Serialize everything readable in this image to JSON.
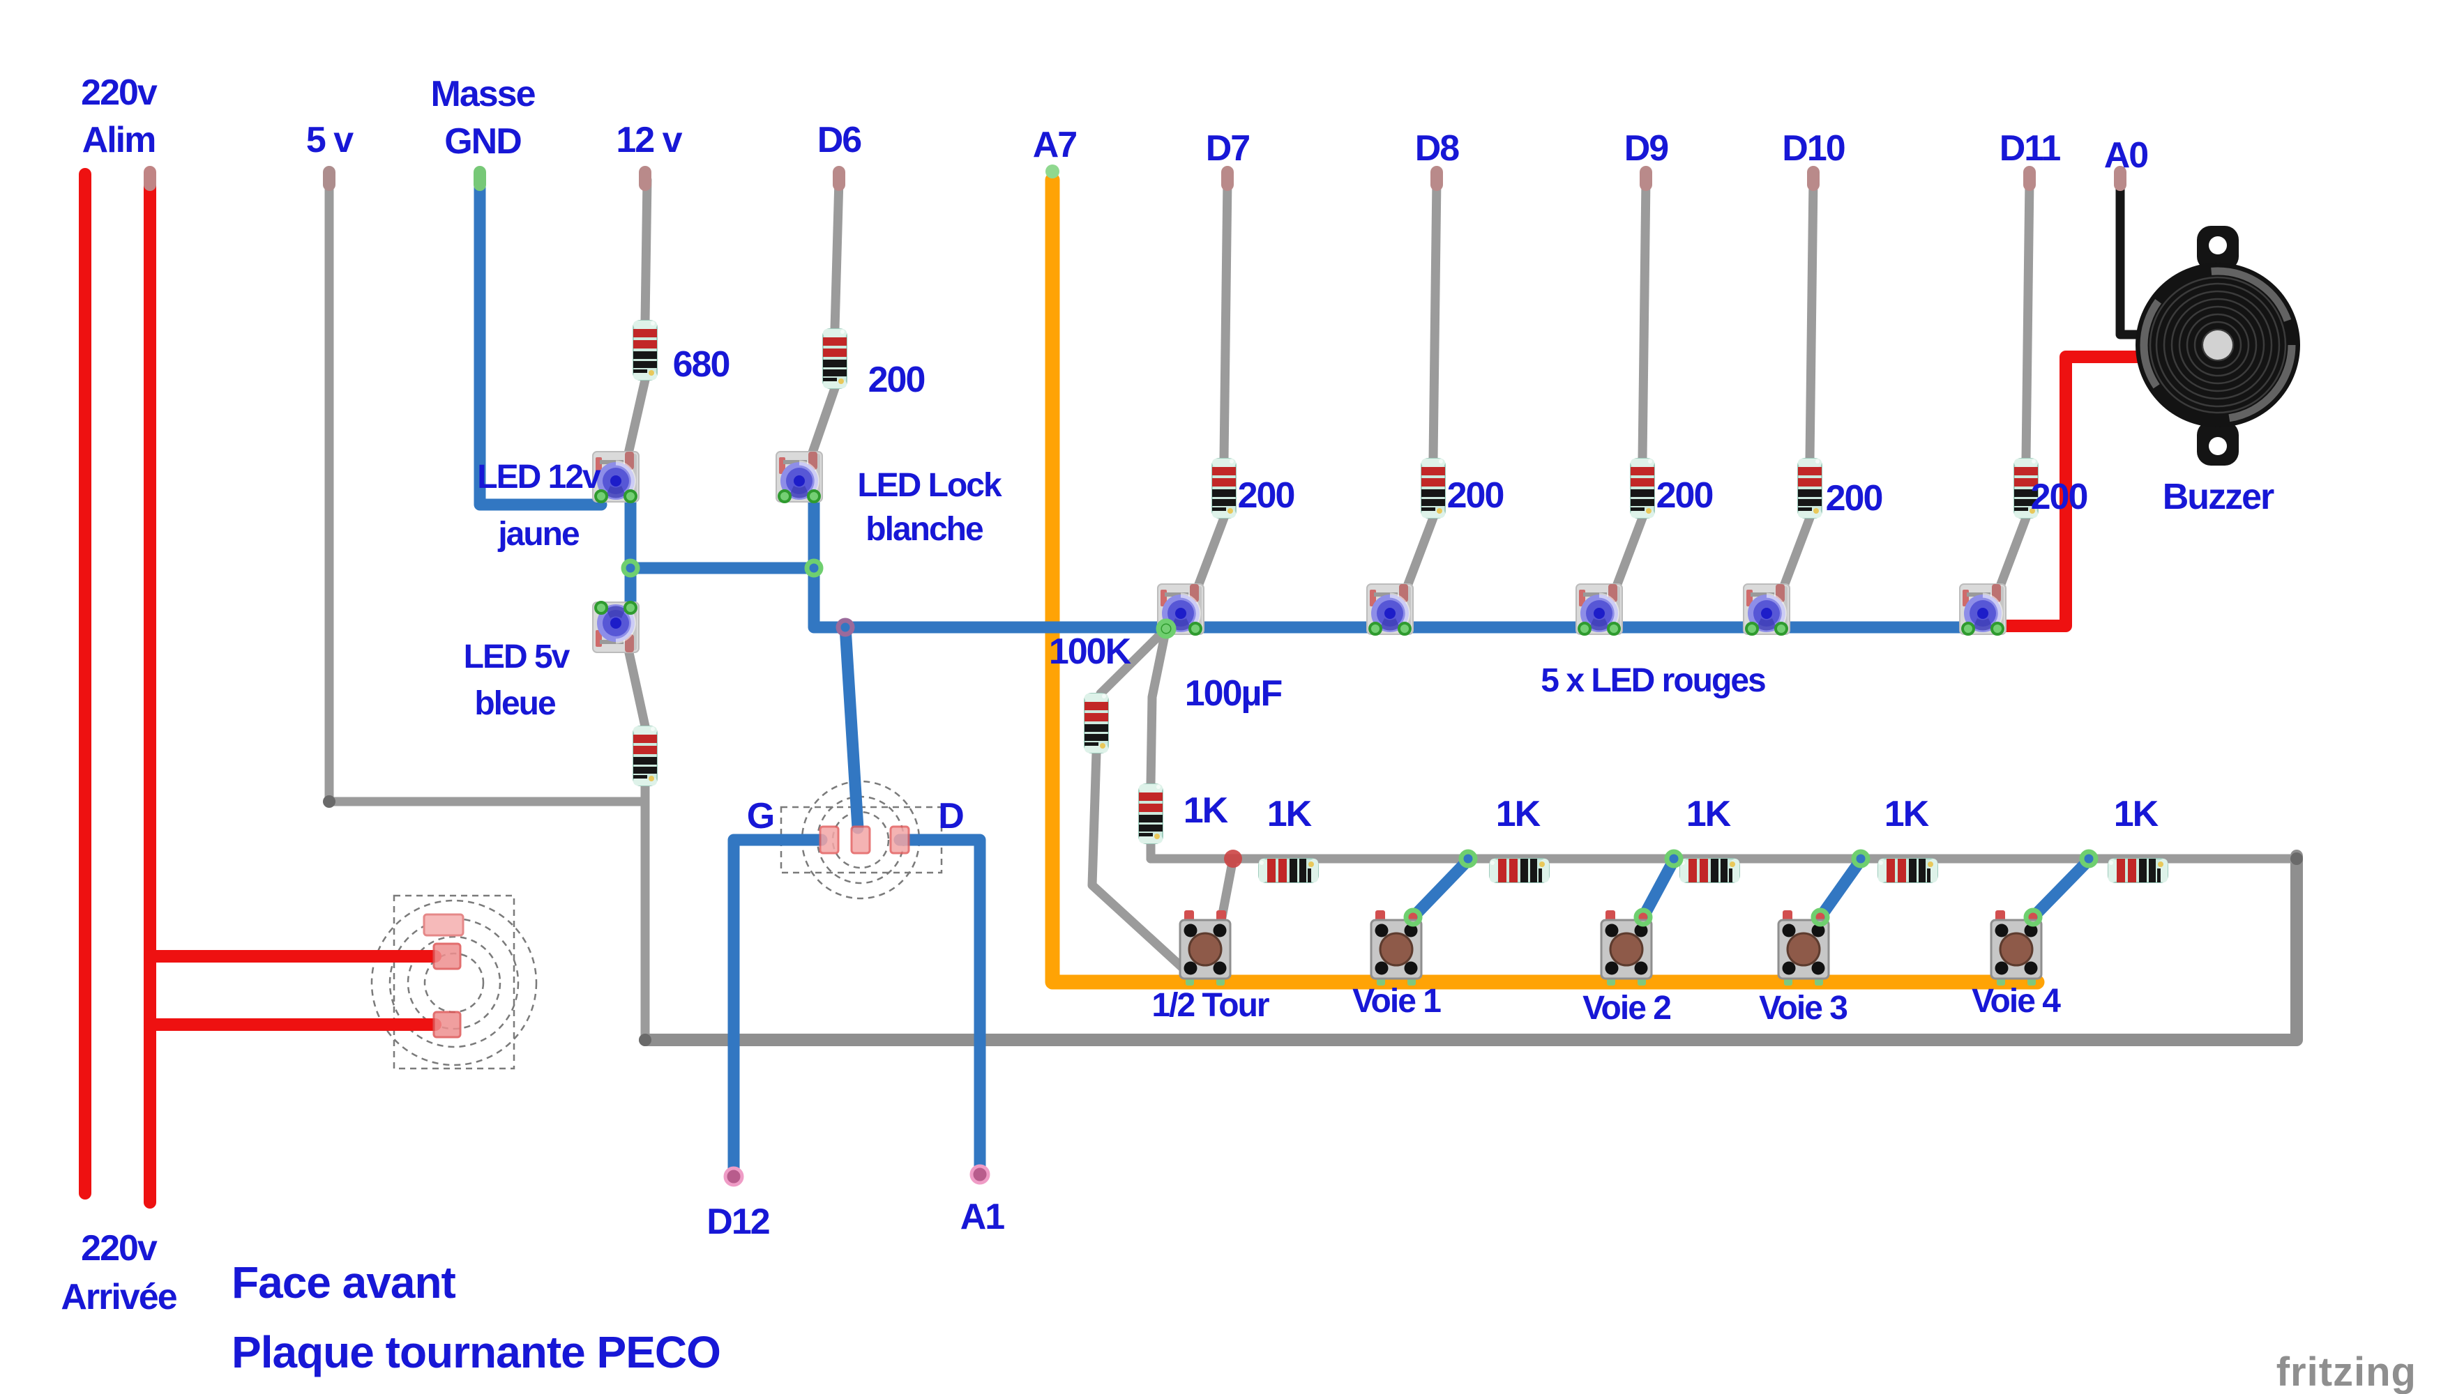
{
  "diagram": {
    "caption_line1": "Face avant",
    "caption_line2": "Plaque tournante PECO",
    "watermark": "fritzing"
  },
  "pins": {
    "alim1": "220v",
    "alim2": "Alim",
    "arrivee1": "220v",
    "arrivee2": "Arrivée",
    "v5": "5 v",
    "gnd1": "Masse",
    "gnd2": "GND",
    "v12": "12 v",
    "d6": "D6",
    "a7": "A7",
    "d7": "D7",
    "d8": "D8",
    "d9": "D9",
    "d10": "D10",
    "d11": "D11",
    "a0": "A0",
    "d12": "D12",
    "a1": "A1",
    "g": "G",
    "d": "D"
  },
  "components": {
    "r680": "680",
    "r200_d6": "200",
    "r200_row": [
      "200",
      "200",
      "200",
      "200",
      "200"
    ],
    "r100k": "100K",
    "c100uf": "100µF",
    "r1k_vert": "1K",
    "r1k_row": [
      "1K",
      "1K",
      "1K",
      "1K",
      "1K"
    ],
    "led12v_line1": "LED 12v",
    "led12v_line2": "jaune",
    "ledlock_line1": "LED Lock",
    "ledlock_line2": "blanche",
    "led5v_line1": "LED 5v",
    "led5v_line2": "bleue",
    "led_rouges": "5 x LED rouges",
    "buzzer": "Buzzer",
    "buttons": [
      "1/2 Tour",
      "Voie 1",
      "Voie 2",
      "Voie 3",
      "Voie 4"
    ]
  },
  "colors": {
    "label_blue": "#1717d6",
    "wire_red": "#ee1111",
    "wire_blue": "#3277c2",
    "wire_gray": "#9b9b9b",
    "wire_orange": "#ffa305",
    "wire_black": "#161616",
    "resistor_body": "#cdeade",
    "watermark_gray": "#8f8f8f"
  }
}
